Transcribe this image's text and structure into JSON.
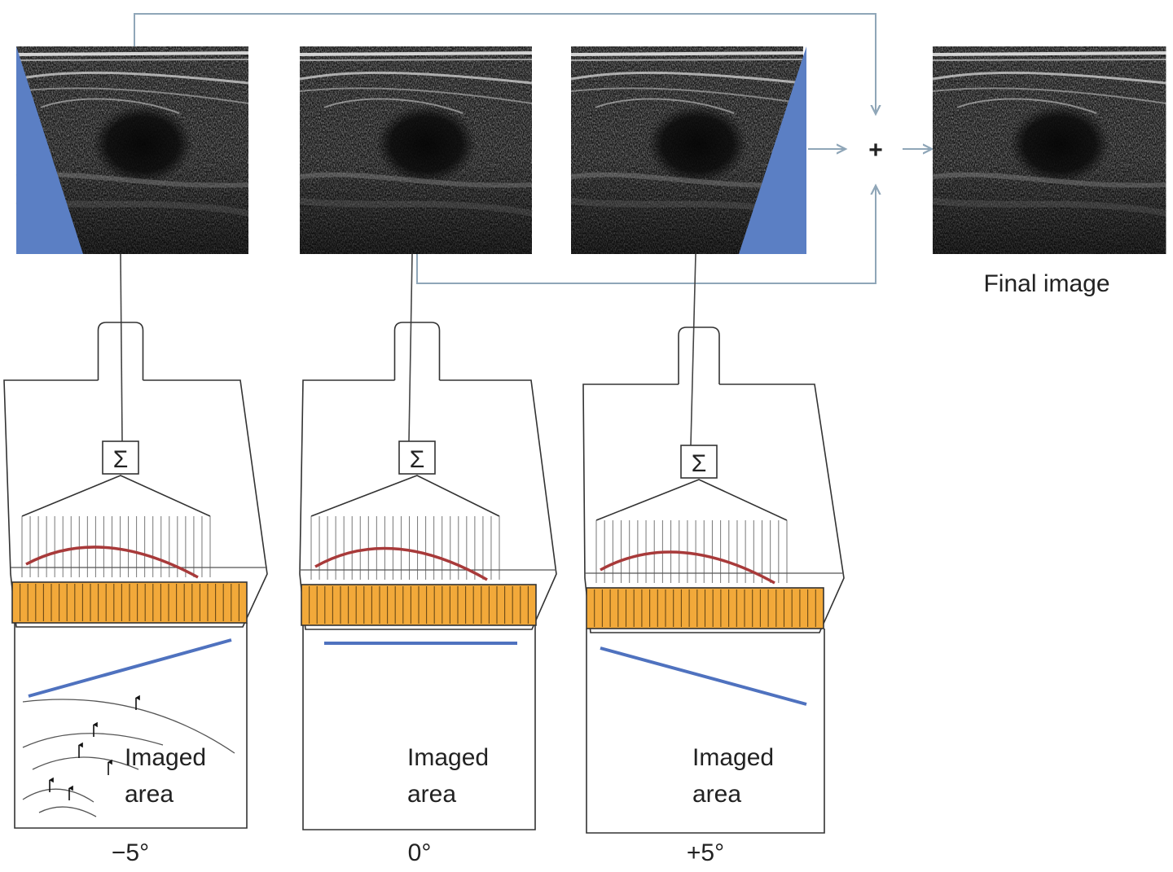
{
  "labels": {
    "final_image": "Final image",
    "sum_symbol": "Σ",
    "plus_symbol": "+",
    "imaged_area_line1": "Imaged",
    "imaged_area_line2": "area"
  },
  "panels": [
    {
      "id": "minus5",
      "angle_label": "−5°",
      "steer": "left"
    },
    {
      "id": "zero",
      "angle_label": "0°",
      "steer": "none"
    },
    {
      "id": "plus5",
      "angle_label": "+5°",
      "steer": "right"
    }
  ],
  "colors": {
    "mask_blue": "#5b7fc4",
    "beam_blue": "#4f72bf",
    "delay_curve": "#a83a3a",
    "elements_orange": "#f2a93a",
    "element_stroke": "#6a4a16",
    "connector": "#8fa6b8",
    "outline": "#333333"
  }
}
